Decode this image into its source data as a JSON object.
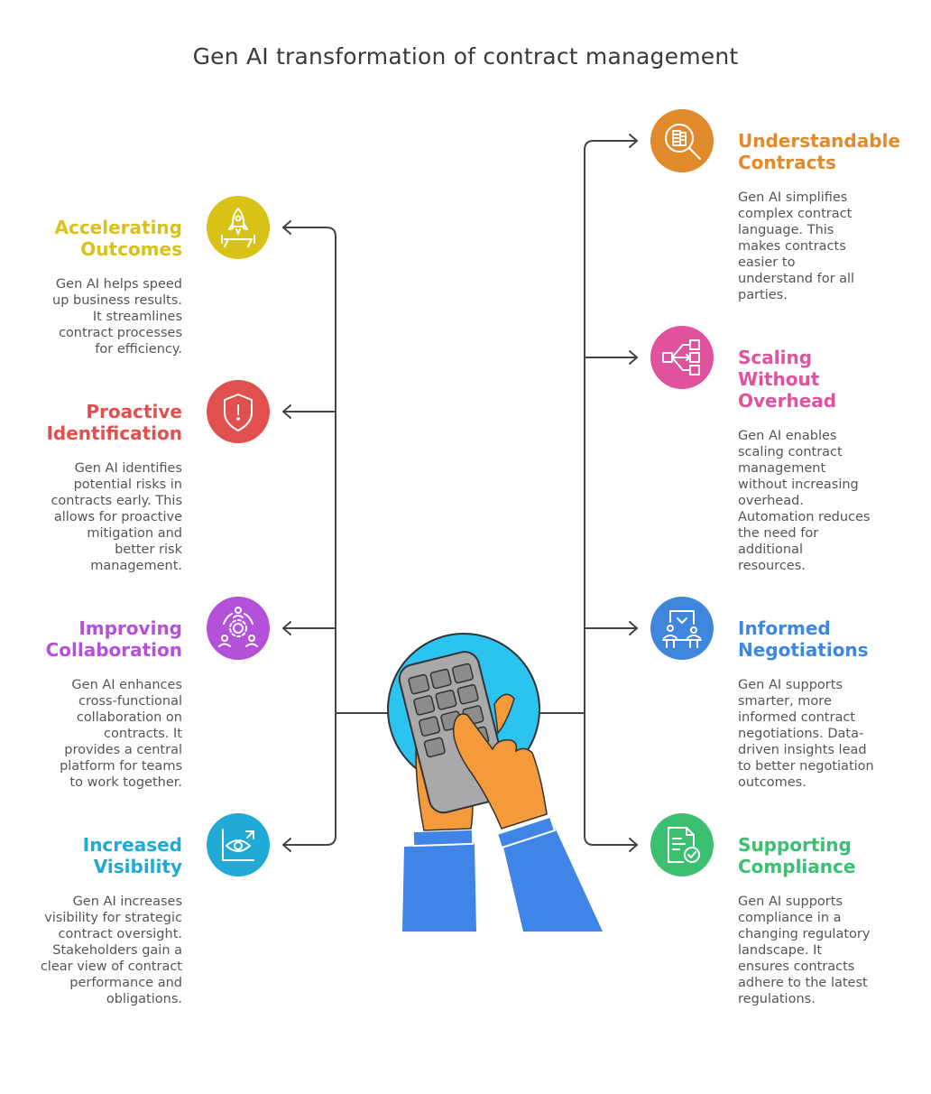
{
  "title": "Gen AI transformation of contract management",
  "left_items": [
    {
      "heading": "Accelerating\nOutcomes",
      "description": "Gen AI helps speed\nup business results.\nIt streamlines\ncontract processes\nfor efficiency.",
      "color": "#d8c217",
      "icon": "rocket-icon"
    },
    {
      "heading": "Proactive\nIdentification",
      "description": "Gen AI identifies\npotential risks in\ncontracts early. This\nallows for proactive\nmitigation and\nbetter risk\nmanagement.",
      "color": "#e0504f",
      "icon": "shield-alert-icon"
    },
    {
      "heading": "Improving\nCollaboration",
      "description": "Gen AI enhances\ncross-functional\ncollaboration on\ncontracts. It\nprovides a central\nplatform for teams\nto work together.",
      "color": "#b352d8",
      "icon": "team-gear-icon"
    },
    {
      "heading": "Increased\nVisibility",
      "description": "Gen AI increases\nvisibility for strategic\ncontract oversight.\nStakeholders gain a\nclear view of contract\nperformance and\nobligations.",
      "color": "#1fa9d4",
      "icon": "eye-icon"
    }
  ],
  "right_items": [
    {
      "heading": "Understandable\nContracts",
      "description": "Gen AI simplifies\ncomplex contract\nlanguage. This\nmakes contracts\neasier to\nunderstand for all\nparties.",
      "color": "#e08a2c",
      "icon": "document-search-icon"
    },
    {
      "heading": "Scaling\nWithout\nOverhead",
      "description": "Gen AI enables\nscaling contract\nmanagement\nwithout increasing\noverhead.\nAutomation reduces\nthe need for\nadditional\nresources.",
      "color": "#e0519e",
      "icon": "network-icon"
    },
    {
      "heading": "Informed\nNegotiations",
      "description": "Gen AI supports\nsmarter, more\ninformed contract\nnegotiations. Data-\ndriven insights lead\nto better negotiation\noutcomes.",
      "color": "#3f86dc",
      "icon": "negotiation-icon"
    },
    {
      "heading": "Supporting\nCompliance",
      "description": "Gen AI supports\ncompliance in a\nchanging regulatory\nlandscape. It\nensures contracts\nadhere to the latest\nregulations.",
      "color": "#3cbf71",
      "icon": "document-check-icon"
    }
  ]
}
